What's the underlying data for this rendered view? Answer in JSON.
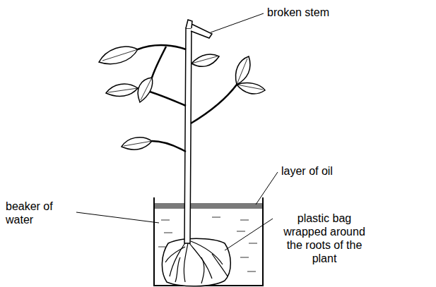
{
  "diagram": {
    "labels": [
      "broken stem",
      "layer of oil",
      "beaker of water",
      "plastic bag wrapped around the roots of the plant"
    ]
  }
}
